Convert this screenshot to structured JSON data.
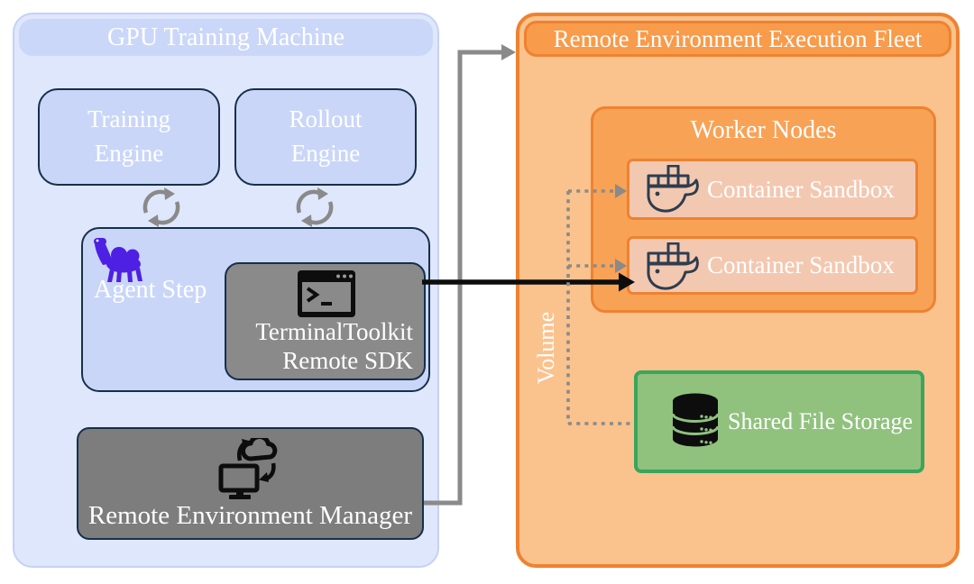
{
  "left_panel": {
    "title": "GPU Training Machine",
    "training_engine": "Training\nEngine",
    "rollout_engine": "Rollout\nEngine",
    "agent_step": "Agent Step",
    "terminal_toolkit": "TerminalToolkit\nRemote SDK",
    "remote_env_manager": "Remote Environment Manager"
  },
  "right_panel": {
    "title": "Remote Environment Execution Fleet",
    "worker_nodes": "Worker Nodes",
    "sandboxes": [
      "Container Sandbox",
      "Container Sandbox"
    ],
    "shared_storage": "Shared File Storage",
    "volume_label": "Volume"
  },
  "icons": {
    "cycle": "cycle-sync-arrows",
    "camel": "camel-agent-logo",
    "terminal": "terminal-window-prompt",
    "cloud_sync": "monitor-cloud-sync",
    "docker": "docker-whale",
    "database": "database-cylinder"
  },
  "connections": [
    {
      "from": "training-engine",
      "to": "agent-step",
      "style": "cycle-arrows"
    },
    {
      "from": "rollout-engine",
      "to": "agent-step",
      "style": "cycle-arrows"
    },
    {
      "from": "terminal-toolkit-remote-sdk",
      "to": "container-sandbox-2",
      "style": "solid-black-arrow"
    },
    {
      "from": "remote-environment-manager",
      "to": "remote-environment-execution-fleet",
      "style": "solid-gray-elbow-arrow"
    },
    {
      "from": "volume",
      "to": "container-sandbox-1",
      "style": "dotted-gray-arrow"
    },
    {
      "from": "volume",
      "to": "container-sandbox-2",
      "style": "dotted-gray-arrow"
    },
    {
      "from": "volume",
      "to": "shared-file-storage",
      "style": "dotted-gray-line"
    }
  ],
  "colors": {
    "left-bg": "#dfe7fc",
    "left-header-bg": "#cbd7f8",
    "blue-box": "#c9d6f8",
    "navy": "#16304a",
    "tt-gray": "#8a8a8a",
    "rem-gray": "#7d7d7d",
    "fleet-border": "#ee8230",
    "fleet-bg": "#fac28d",
    "fleet-header-bg": "#f89b4a",
    "worker-bg": "#f8a256",
    "sandbox-bg": "#f3c8b0",
    "green-border": "#3aa55c",
    "green-bg": "#90c27e",
    "arrow-gray": "#8a8a8a",
    "camel": "#4e20e3",
    "docker": "#2e3d4f"
  }
}
